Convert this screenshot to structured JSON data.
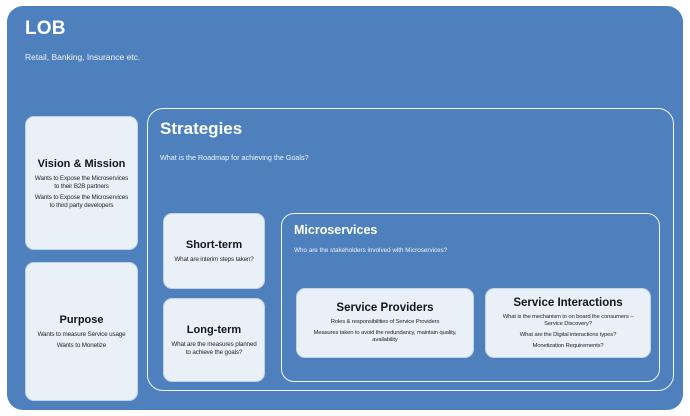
{
  "theme": {
    "panel_blue": "#4e80bd",
    "card_fill": "#eaf0f7",
    "card_border": "#c3d3e6",
    "outline_white": "#f2f6fb",
    "page_background": "#ffffff"
  },
  "lob": {
    "title": "LOB",
    "subtitle": "Retail, Banking, Insurance etc."
  },
  "vision": {
    "title": "Vision & Mission",
    "lines": [
      "Wants to Expose the Microservices to their B2B partners",
      "Wants to Expose the Microservices to third party developers"
    ]
  },
  "purpose": {
    "title": "Purpose",
    "lines": [
      "Wants to measure Service usage",
      "Wants to Monetize"
    ]
  },
  "strategies": {
    "title": "Strategies",
    "subtitle": "What is the Roadmap for achieving the Goals?"
  },
  "short_term": {
    "title": "Short-term",
    "lines": [
      "What are interim steps taken?"
    ]
  },
  "long_term": {
    "title": "Long-term",
    "lines": [
      "What are the measures planned to achieve the goals?"
    ]
  },
  "microservices": {
    "title": "Microservices",
    "subtitle": "Who are the stakeholders involved with Microservices?"
  },
  "service_providers": {
    "title": "Service Providers",
    "lines": [
      "Roles & responsibilities of Service Providers",
      "Measures taken to avoid the redundancy, maintain quality, availability"
    ]
  },
  "service_interactions": {
    "title": "Service Interactions",
    "lines": [
      "What is the mechanism to on board the consumers – Service Discovery?",
      "What are the Digital interactions types?",
      "Monetization Requirements?"
    ]
  }
}
